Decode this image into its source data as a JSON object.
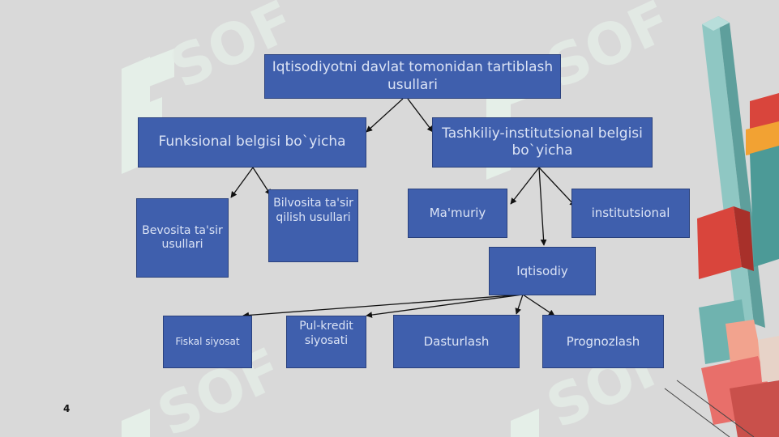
{
  "diagram": {
    "root": "Iqtisodiyotni davlat tomonidan tartiblash usullari",
    "functional": "Funksional belgisi bo`yicha",
    "organizational": "Tashkiliy-institutsional belgisi bo`yicha",
    "direct": "Bevosita ta'sir usullari",
    "indirect": "Bilvosita ta'sir qilish usullari",
    "administrative": "Ma'muriy",
    "institutional": "institutsional",
    "economic": "Iqtisodiy",
    "fiscal": "Fiskal siyosat",
    "monetary": "Pul-kredit siyosati",
    "programming": "Dasturlash",
    "forecasting": "Prognozlash"
  },
  "slide": {
    "page_number": "4"
  },
  "watermark": {
    "text": "SOF"
  }
}
